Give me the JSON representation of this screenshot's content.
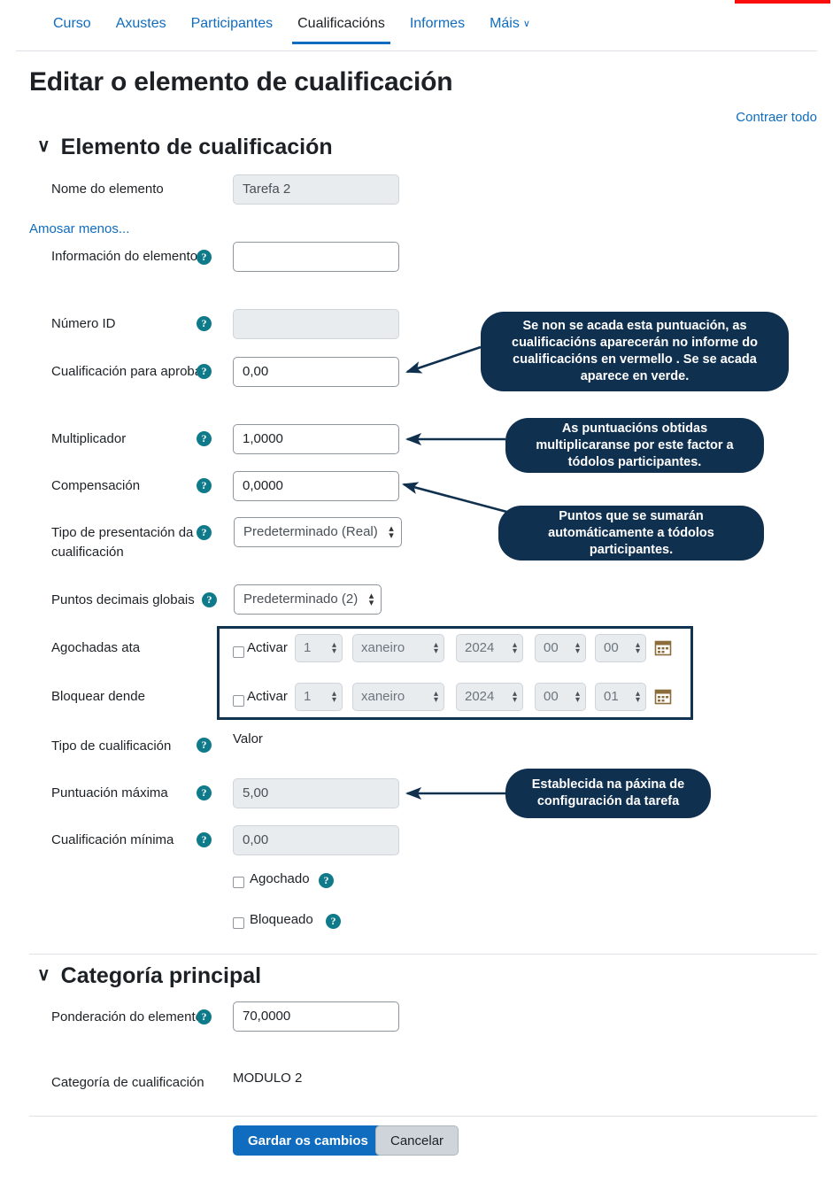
{
  "nav": {
    "tabs": [
      {
        "label": "Curso",
        "active": false
      },
      {
        "label": "Axustes",
        "active": false
      },
      {
        "label": "Participantes",
        "active": false
      },
      {
        "label": "Cualificacións",
        "active": true
      },
      {
        "label": "Informes",
        "active": false
      },
      {
        "label": "Máis",
        "active": false,
        "caret": "∨"
      }
    ]
  },
  "page": {
    "title": "Editar o elemento de cualificación",
    "collapse_all": "Contraer todo"
  },
  "sections": {
    "item": {
      "heading": "Elemento de cualificación",
      "chevron": "∨",
      "show_less": "Amosar menos..."
    },
    "category": {
      "heading": "Categoría principal",
      "chevron": "∨"
    }
  },
  "fields": {
    "item_name": {
      "label": "Nome do elemento",
      "value": "Tarefa 2"
    },
    "item_info": {
      "label": "Información do elemento",
      "value": "",
      "help": "?"
    },
    "id_number": {
      "label": "Número ID",
      "value": "",
      "help": "?"
    },
    "grade_to_pass": {
      "label": "Cualificación para aprobar",
      "value": "0,00",
      "help": "?"
    },
    "multiplier": {
      "label": "Multiplicador",
      "value": "1,0000",
      "help": "?"
    },
    "offset": {
      "label": "Compensación",
      "value": "0,0000",
      "help": "?"
    },
    "display_type": {
      "label": "Tipo de presentación da cualificación",
      "value": "Predeterminado (Real)",
      "help": "?"
    },
    "decimal_points": {
      "label": "Puntos decimais globais",
      "value": "Predeterminado (2)",
      "help": "?"
    },
    "hidden_until": {
      "label": "Agochadas ata"
    },
    "locked_after": {
      "label": "Bloquear dende"
    },
    "grade_type": {
      "label": "Tipo de cualificación",
      "value": "Valor",
      "help": "?"
    },
    "max_grade": {
      "label": "Puntuación máxima",
      "value": "5,00",
      "help": "?"
    },
    "min_grade": {
      "label": "Cualificación mínima",
      "value": "0,00",
      "help": "?"
    },
    "hidden_cb": {
      "label": "Agochado",
      "help": "?",
      "checked": false
    },
    "locked_cb": {
      "label": "Bloqueado",
      "help": "?",
      "checked": false
    },
    "item_weight": {
      "label": "Ponderación do elemento",
      "value": "70,0000",
      "help": "?"
    },
    "grade_category": {
      "label": "Categoría de cualificación",
      "value": "MODULO 2"
    }
  },
  "date_rows": [
    {
      "enable_label": "Activar",
      "checked": false,
      "day": "1",
      "month": "xaneiro",
      "year": "2024",
      "hour": "00",
      "minute": "00",
      "calendar_icon": "calendar-icon"
    },
    {
      "enable_label": "Activar",
      "checked": false,
      "day": "1",
      "month": "xaneiro",
      "year": "2024",
      "hour": "00",
      "minute": "01",
      "calendar_icon": "calendar-icon"
    }
  ],
  "callouts": [
    {
      "id": "grade-to-pass",
      "text": "Se non se acada esta puntuación, as cualificacións aparecerán no informe do cualificacións en vermello . Se se acada aparece en verde."
    },
    {
      "id": "multiplier",
      "text": "As puntuacións obtidas multiplicaranse por este factor a tódolos participantes."
    },
    {
      "id": "offset",
      "text": "Puntos que se sumarán automáticamente a tódolos participantes."
    },
    {
      "id": "max-grade",
      "text": "Establecida na páxina de configuración da tarefa"
    }
  ],
  "buttons": {
    "save": "Gardar os cambios",
    "cancel": "Cancelar"
  },
  "colors": {
    "link": "#0f6cbf",
    "callout_bg": "#103050",
    "help_icon": "#0f7b8a",
    "accent_red": "#fb0d0d",
    "primary_button": "#0f6cbf"
  }
}
